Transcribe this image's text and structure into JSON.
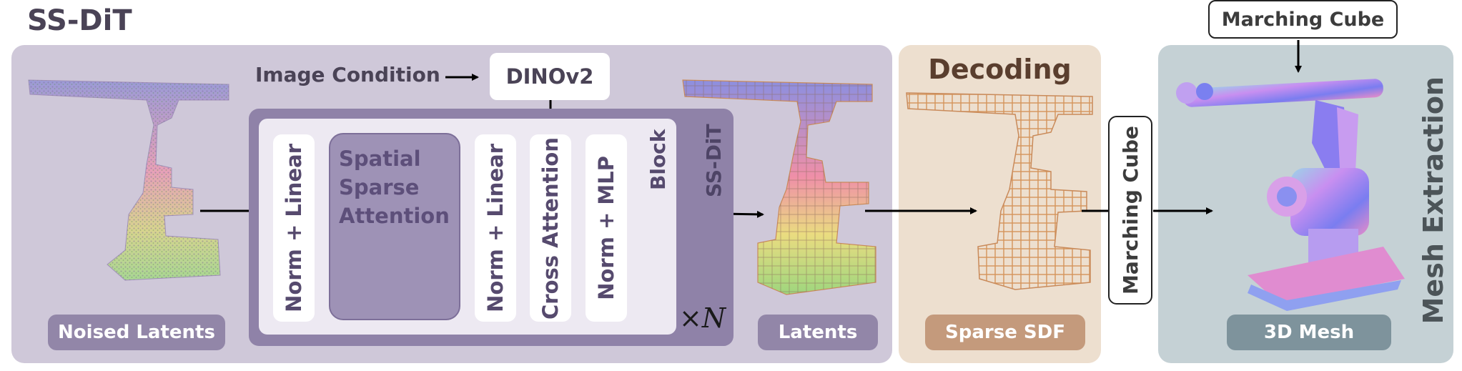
{
  "title": "SS-DiT",
  "ssdit_panel": {
    "image_condition": "Image Condition",
    "dinov2": "DINOv2",
    "block_label": "Block",
    "ssdit_label": "SS-DiT",
    "repeat_label": "×N",
    "block_columns": [
      "Norm + Linear",
      "Norm + Linear",
      "Cross Attention",
      "Norm + MLP"
    ],
    "spatial_attention_lines": [
      "Spatial",
      "Sparse",
      "Attention"
    ],
    "noised_latents": "Noised Latents",
    "latents": "Latents"
  },
  "decoding_panel": {
    "title": "Decoding",
    "sparse_sdf": "Sparse SDF"
  },
  "marching_cube_box": "Marching Cube",
  "mesh_panel": {
    "top_box": "Marching Cube",
    "side_title": "Mesh Extraction",
    "mesh_label": "3D Mesh"
  },
  "colors": {
    "ssdit_bg": "#cfc8d9",
    "inner_block": "#8f82a8",
    "block_inner": "#ede9f2",
    "pill_purple": "#9286a8",
    "decoding_bg": "#eddfcf",
    "sdf_pill": "#c49a7c",
    "mesh_bg": "#c5d1d5",
    "mesh_pill": "#7e939c"
  }
}
